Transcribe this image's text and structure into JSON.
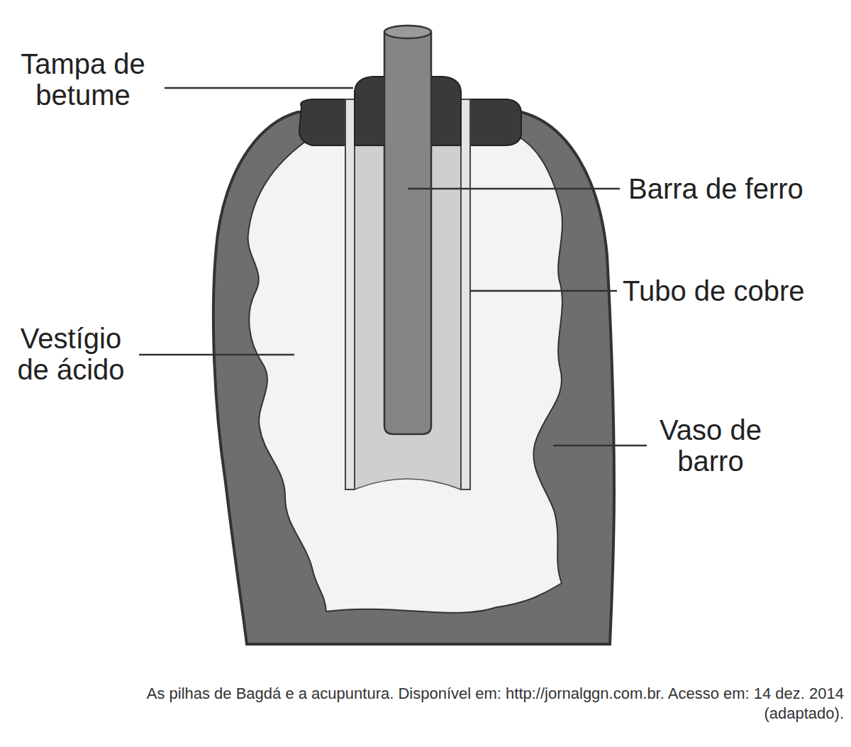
{
  "diagram": {
    "caption": "As pilhas de Bagdá e a acupuntura. Disponível em: http://jornalggn.com.br. Acesso em: 14 dez. 2014 (adaptado).",
    "labels": [
      "Tampa de betume",
      "Barra de ferro",
      "Tubo de cobre",
      "Vestígio de ácido",
      "Vaso de barro"
    ]
  }
}
